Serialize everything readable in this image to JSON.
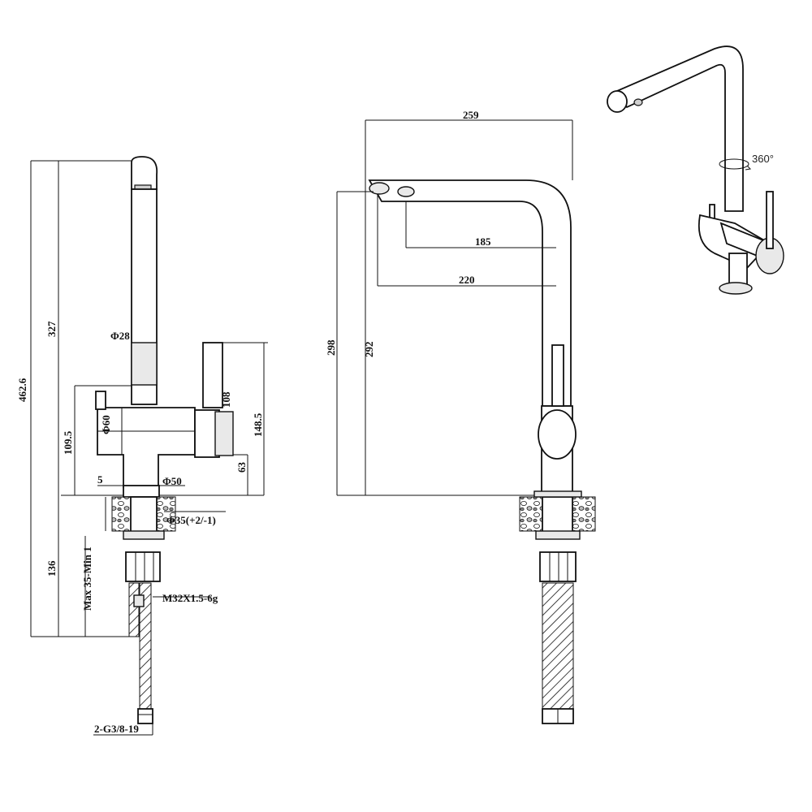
{
  "front_view": {
    "overall_height": "462.6",
    "above_deck_height": "327",
    "spout_diameter": "Φ28",
    "body_diameter": "Φ60",
    "lever_height": "108",
    "body_height": "109.5",
    "right_height": "148.5",
    "base_gap": "63",
    "base_offset": "5",
    "base_diameter": "Φ50",
    "hole_diameter": "Φ35(+2/-1)",
    "below_deck_height": "136",
    "deck_thickness": "Max 35-Min 1",
    "thread": "M32X1.5-6g",
    "hose_connector": "2-G3/8-19"
  },
  "side_view": {
    "overall_reach": "259",
    "inner_reach": "185",
    "outlet_reach": "220",
    "height_1": "298",
    "height_2": "292"
  },
  "perspective_view": {
    "rotation_label": "360°"
  }
}
